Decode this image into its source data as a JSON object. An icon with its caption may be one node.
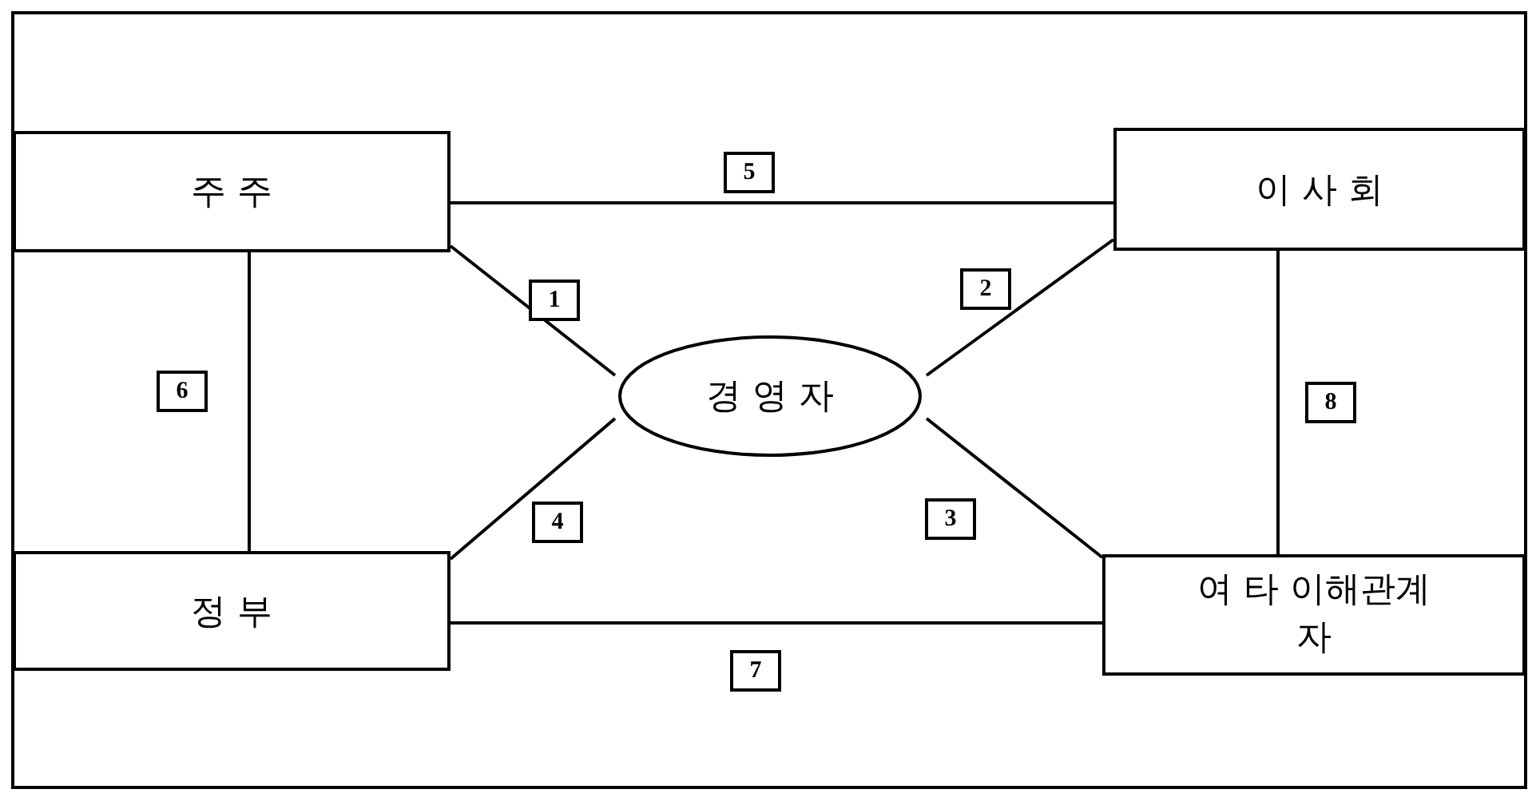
{
  "diagram": {
    "nodes": [
      {
        "text": [
          "주 주"
        ]
      },
      {
        "text": [
          "이 사 회"
        ]
      },
      {
        "text": [
          "경 영 자"
        ]
      },
      {
        "text": [
          "정 부"
        ]
      },
      {
        "text": [
          "여 타 이해관계자"
        ]
      }
    ],
    "edges": [
      {
        "from": 0,
        "to": 2,
        "arrow": "none",
        "label": "1"
      },
      {
        "from": 1,
        "to": 2,
        "arrow": "none",
        "label": "2"
      },
      {
        "from": 2,
        "to": 4,
        "arrow": "none",
        "label": "3"
      },
      {
        "from": 2,
        "to": 3,
        "arrow": "none",
        "label": "4"
      },
      {
        "from": 0,
        "to": 1,
        "arrow": "none",
        "label": "5"
      },
      {
        "from": 0,
        "to": 3,
        "arrow": "none",
        "label": "6"
      },
      {
        "from": 3,
        "to": 4,
        "arrow": "none",
        "label": "7"
      },
      {
        "from": 1,
        "to": 4,
        "arrow": "none",
        "label": "8"
      }
    ]
  }
}
